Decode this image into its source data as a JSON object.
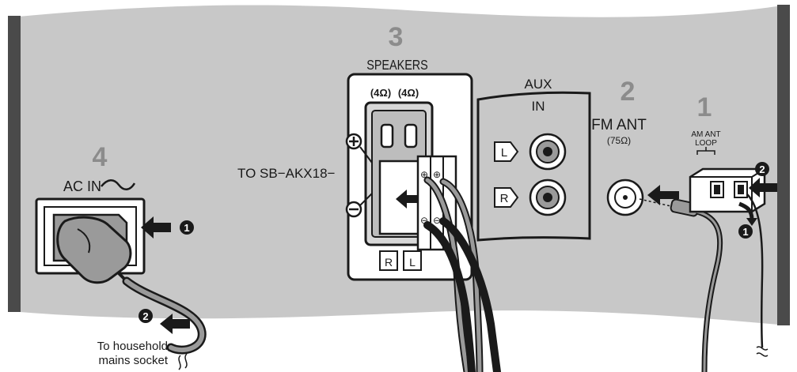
{
  "steps": {
    "one": "1",
    "two": "2",
    "three": "3",
    "four": "4"
  },
  "labels": {
    "speakers": "SPEAKERS",
    "imp_left": "(4Ω)",
    "imp_right": "(4Ω)",
    "to_sb": "TO  SB−AKX18−",
    "aux_line1": "AUX",
    "aux_line2": "IN",
    "aux_l": "L",
    "aux_r": "R",
    "fm_ant": "FM ANT",
    "fm_imp": "(75Ω)",
    "am_line1": "AM ANT",
    "am_line2": "LOOP",
    "ac_in": "AC IN",
    "spk_r": "R",
    "spk_l": "L",
    "caption_line1": "To household",
    "caption_line2": "mains socket"
  },
  "callouts": {
    "ac_first": "1",
    "ac_second": "2",
    "am_first": "1",
    "am_second": "2"
  },
  "colors": {
    "panel": "#c8c8c8",
    "panel_edge": "#4a4a4a",
    "step_number": "#8c8c8c",
    "line": "#1a1a1a"
  }
}
